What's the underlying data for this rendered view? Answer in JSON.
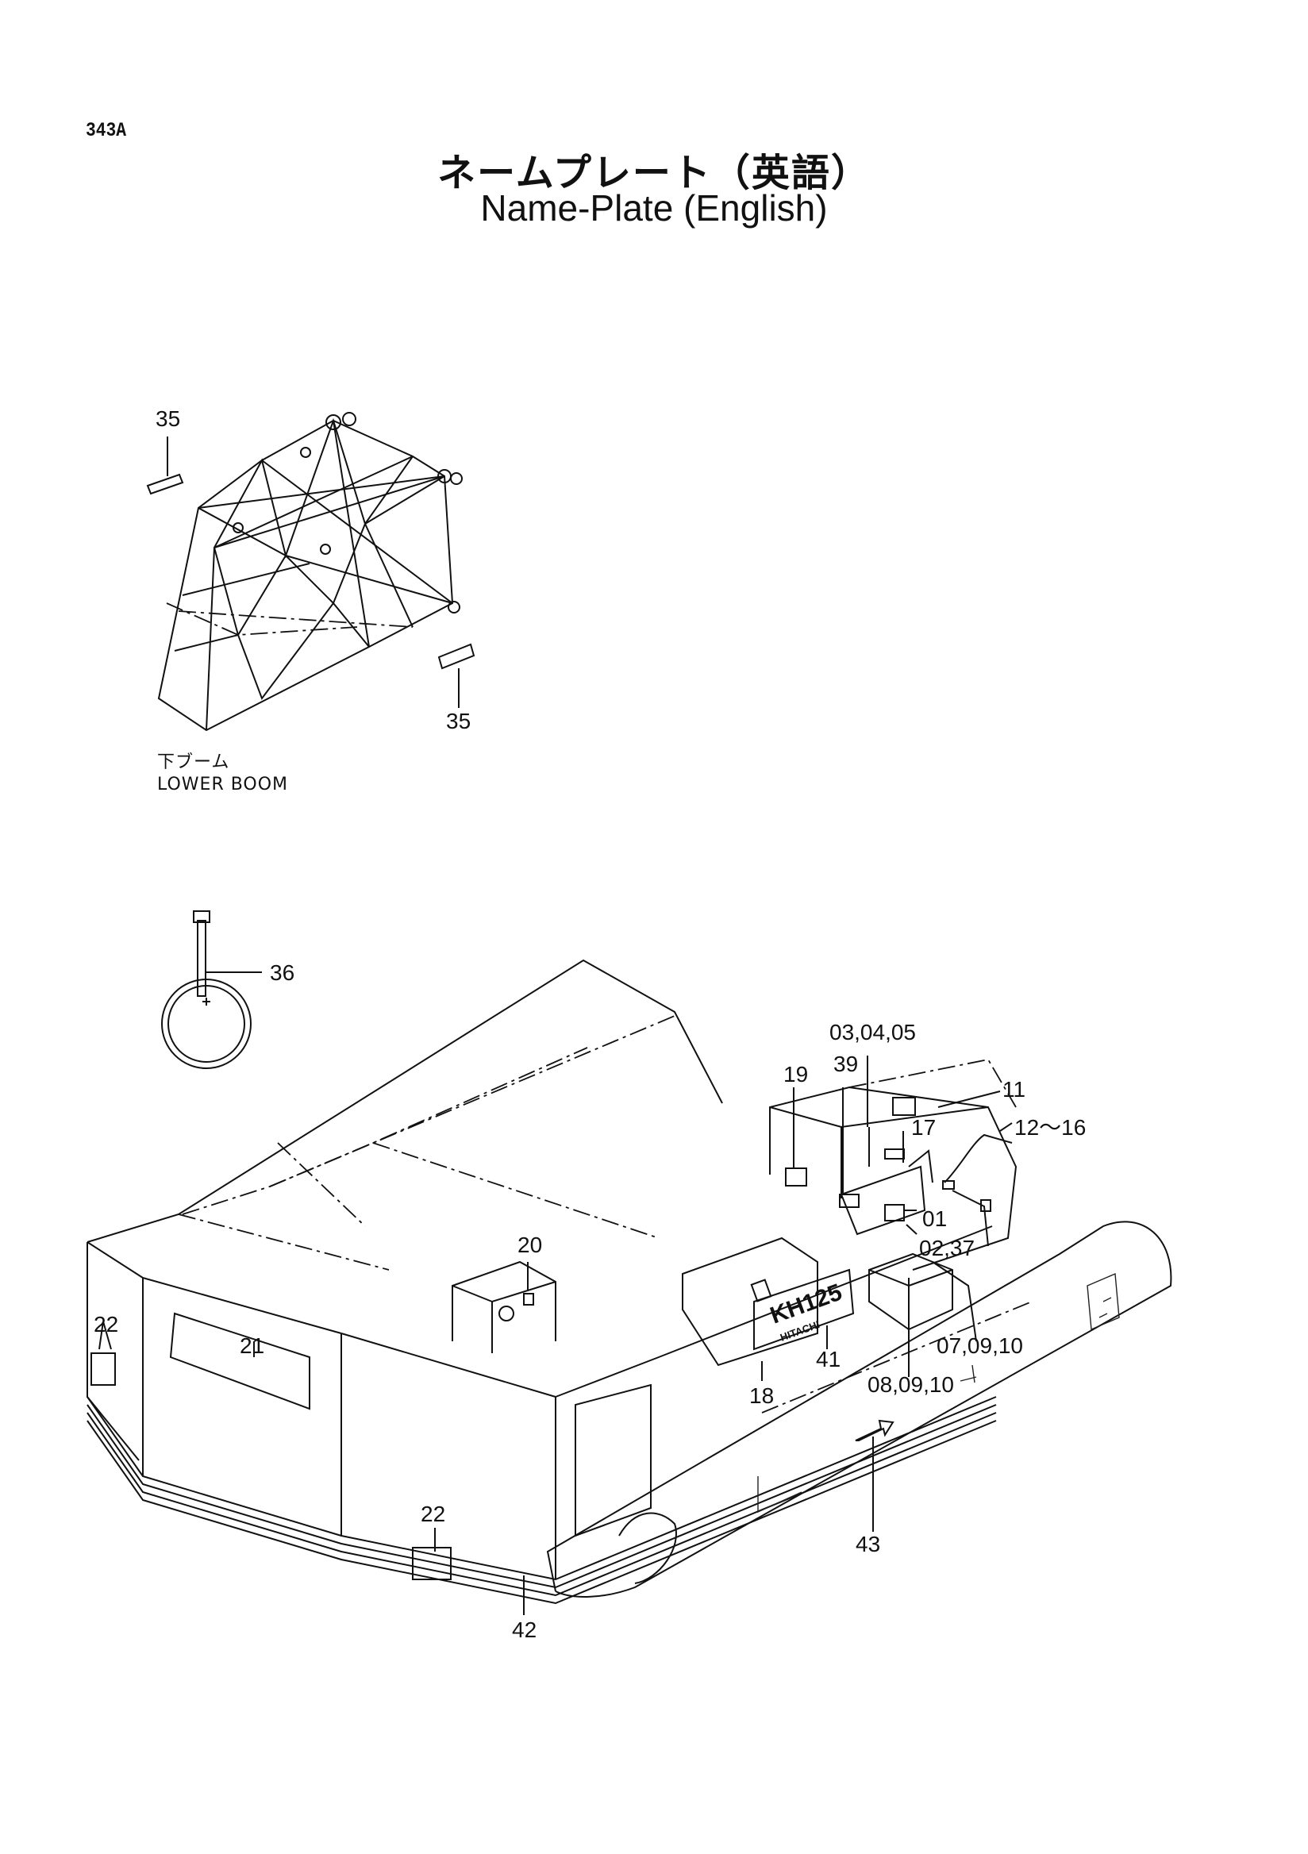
{
  "header": {
    "page_code": "343A",
    "title_ja": "ネームプレート（英語）",
    "title_en": "Name-Plate (English)"
  },
  "boom_view": {
    "caption_ja": "下ブーム",
    "caption_en": "LOWER BOOM",
    "callouts": [
      "35",
      "35"
    ]
  },
  "machine_view": {
    "callouts": {
      "c36": "36",
      "c030405": "03,04,05",
      "c19": "19",
      "c39": "39",
      "c11": "11",
      "c17": "17",
      "c1216": "12～16",
      "c01": "01",
      "c0237": "02,37",
      "c20": "20",
      "c070910": "07,09,10",
      "c080910": "08,09,10",
      "c41": "41",
      "c18": "18",
      "c22a": "22",
      "c21": "21",
      "c22b": "22",
      "c43": "43",
      "c42": "42"
    },
    "plate_text": "KH125",
    "plate_subtext": "HITACHI"
  }
}
